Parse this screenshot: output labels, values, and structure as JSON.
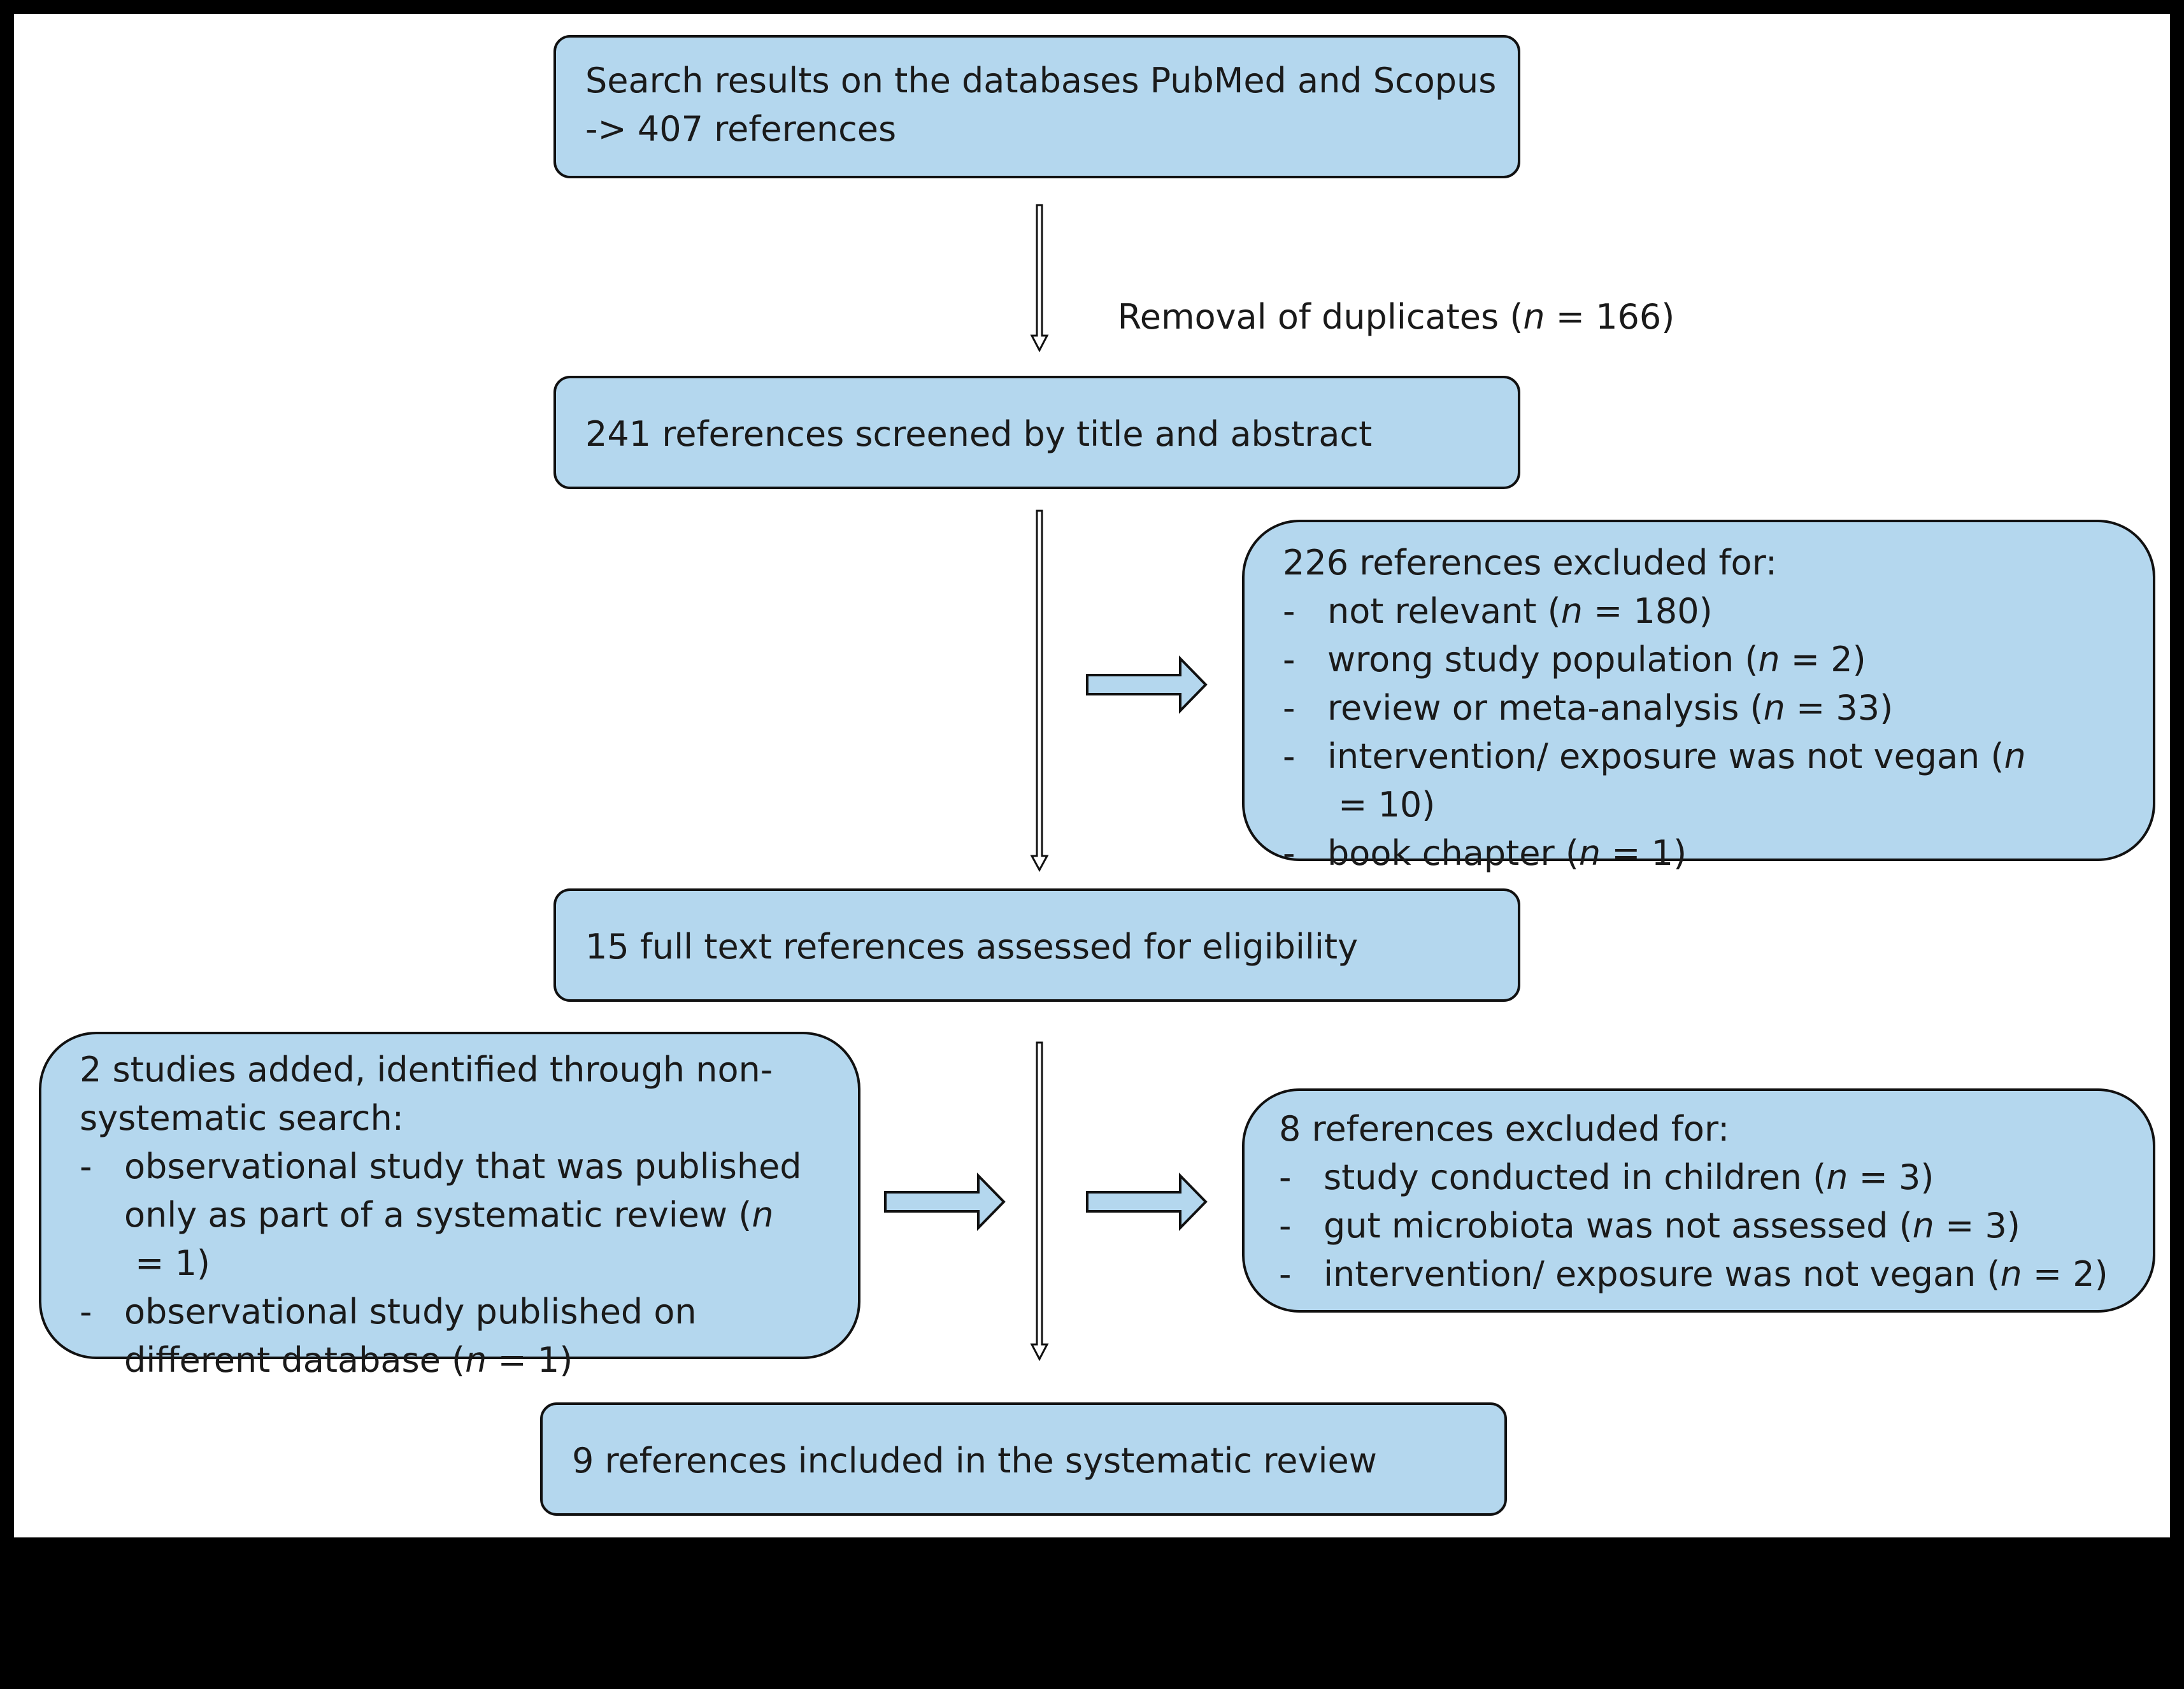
{
  "identification": {
    "lines": [
      "Search results on the databases PubMed and Scopus",
      "-> 407 references"
    ]
  },
  "duplicates": {
    "text": "Removal of duplicates (",
    "n_symbol": "n",
    "value": " = 166)"
  },
  "screening": {
    "text": "241 references screened by title and abstract"
  },
  "excluded_screening": {
    "heading": "226 references excluded for:",
    "items": [
      {
        "dash": "-",
        "label": "not relevant (",
        "n_symbol": "n",
        "count": " = 180)"
      },
      {
        "dash": "-",
        "label": "wrong study population (",
        "n_symbol": "n",
        "count": " = 2)"
      },
      {
        "dash": "-",
        "label": "review or meta-analysis (",
        "n_symbol": "n",
        "count": " = 33)"
      },
      {
        "dash": "-",
        "label": "intervention/ exposure was not vegan (",
        "n_symbol": "n",
        "count": " = 10)"
      },
      {
        "dash": "-",
        "label": "book chapter (",
        "n_symbol": "n",
        "count": " = 1)"
      }
    ]
  },
  "eligibility": {
    "text": "15 full text references assessed for eligibility"
  },
  "added": {
    "heading_lines": [
      "2 studies added, identified through non-",
      "systematic search:"
    ],
    "items": [
      {
        "dash": "-",
        "line1": "observational study that was published",
        "line2": "only as part of a systematic review (",
        "n_symbol": "n",
        "count": " = 1)"
      },
      {
        "dash": "-",
        "line1": "observational study published on",
        "line2": "different database (",
        "n_symbol": "n",
        "count": " = 1)"
      }
    ]
  },
  "excluded_fulltext": {
    "heading": "8 references excluded for:",
    "items": [
      {
        "dash": "-",
        "label": "study conducted in children (",
        "n_symbol": "n",
        "count": " = 3)"
      },
      {
        "dash": "-",
        "label": "gut microbiota was not assessed (",
        "n_symbol": "n",
        "count": " = 3)"
      },
      {
        "dash": "-",
        "label": "intervention/ exposure was not vegan (",
        "n_symbol": "n",
        "count": " = 2)"
      }
    ]
  },
  "included": {
    "text": "9 references included in the systematic review"
  },
  "colors": {
    "box_fill": "#b4d7ee",
    "border": "#111111",
    "background": "#ffffff",
    "frame": "#000000"
  }
}
